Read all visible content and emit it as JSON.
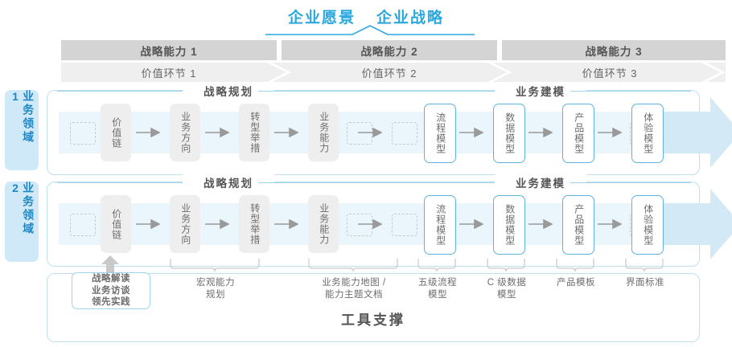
{
  "top": {
    "titles": [
      "企业愿景",
      "企业战略"
    ],
    "accent_color": "#29a8e0"
  },
  "capability_row": {
    "items": [
      {
        "label": "战略能力 1"
      },
      {
        "label": "战略能力 2"
      },
      {
        "label": "战略能力 3"
      }
    ],
    "bg_color": "#d4d4d4"
  },
  "value_row": {
    "items": [
      {
        "label": "价值环节 1"
      },
      {
        "label": "价值环节 2"
      },
      {
        "label": "价值环节 3"
      }
    ],
    "bg_color": "#efefef"
  },
  "domains": [
    {
      "side_label": "业务领域 1",
      "sections": [
        {
          "title": "战略规划"
        },
        {
          "title": "业务建模"
        }
      ],
      "nodes": [
        {
          "label": "价值链",
          "style": "gray"
        },
        {
          "label": "业务方向",
          "style": "gray"
        },
        {
          "label": "转型举措",
          "style": "gray"
        },
        {
          "label": "业务能力",
          "style": "gray"
        },
        {
          "label": "流程模型",
          "style": "blue"
        },
        {
          "label": "数据模型",
          "style": "blue"
        },
        {
          "label": "产品模型",
          "style": "blue"
        },
        {
          "label": "体验模型",
          "style": "blue"
        }
      ]
    },
    {
      "side_label": "业务领域 2",
      "sections": [
        {
          "title": "战略规划"
        },
        {
          "title": "业务建模"
        }
      ],
      "nodes": [
        {
          "label": "价值链",
          "style": "gray"
        },
        {
          "label": "业务方向",
          "style": "gray"
        },
        {
          "label": "转型举措",
          "style": "gray"
        },
        {
          "label": "业务能力",
          "style": "gray"
        },
        {
          "label": "流程模型",
          "style": "blue"
        },
        {
          "label": "数据模型",
          "style": "blue"
        },
        {
          "label": "产品模型",
          "style": "blue"
        },
        {
          "label": "体验模型",
          "style": "blue"
        }
      ]
    }
  ],
  "tool_support": {
    "title": "工具支撑",
    "boxed_item": "战略解读\n业务访谈\n领先实践",
    "boxed_lines": [
      "战略解读",
      "业务访谈",
      "领先实践"
    ],
    "items": [
      {
        "lines": [
          "宏观能力",
          "规划"
        ]
      },
      {
        "lines": [
          "业务能力地图 /",
          "能力主题文档"
        ]
      },
      {
        "lines": [
          "五级流程",
          "模型"
        ]
      },
      {
        "lines": [
          "C 级数据",
          "模型"
        ]
      },
      {
        "lines": [
          "产品模板"
        ]
      },
      {
        "lines": [
          "界面标准"
        ]
      }
    ]
  },
  "colors": {
    "accent": "#29a8e0",
    "band": "#eaf6fc",
    "border": "#bfe0f0",
    "node_blue_border": "#5cb3dd",
    "node_gray": "#eeeeee",
    "side_label_bg": "#cfe9f8"
  }
}
